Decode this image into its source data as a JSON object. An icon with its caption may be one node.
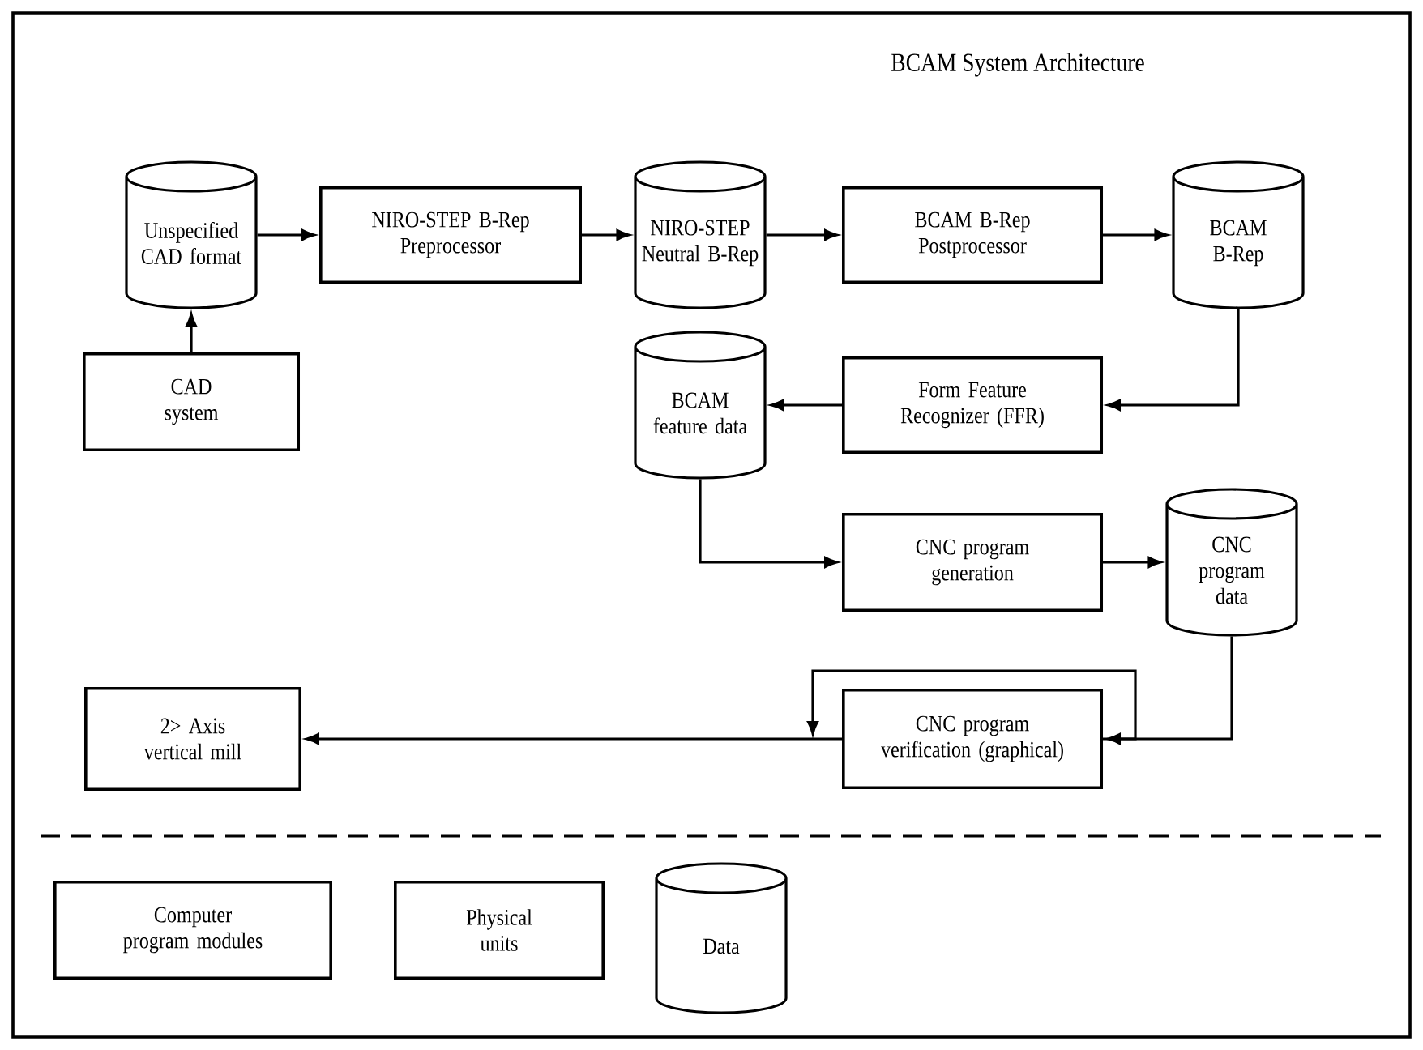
{
  "diagram": {
    "title": "BCAM System Architecture",
    "nodes": [
      {
        "text": [
          "Unspecified CAD format"
        ]
      },
      {
        "text": [
          "NIRO-STEP B-Rep Preprocessor"
        ]
      },
      {
        "text": [
          "NIRO-STEP Neutral B-Rep"
        ]
      },
      {
        "text": [
          "BCAM B-Rep Postprocessor"
        ]
      },
      {
        "text": [
          "BCAM B-Rep"
        ]
      },
      {
        "text": [
          "CAD system"
        ]
      },
      {
        "text": [
          "BCAM feature data"
        ]
      },
      {
        "text": [
          "Form Feature Recognizer (FFR)"
        ]
      },
      {
        "text": [
          "CNC program generation"
        ]
      },
      {
        "text": [
          "CNC program data"
        ]
      },
      {
        "text": [
          "CNC program verification (graphical)"
        ]
      },
      {
        "text": [
          "2> Axis vertical mill"
        ]
      },
      {
        "text": [
          "Computer program modules"
        ]
      },
      {
        "text": [
          "Physical units"
        ]
      },
      {
        "text": [
          "Data"
        ]
      }
    ],
    "edges": [
      {
        "from": 0,
        "to": 1,
        "arrow": "to"
      },
      {
        "from": 1,
        "to": 2,
        "arrow": "to"
      },
      {
        "from": 2,
        "to": 3,
        "arrow": "to"
      },
      {
        "from": 3,
        "to": 4,
        "arrow": "to"
      },
      {
        "from": 5,
        "to": 0,
        "arrow": "to"
      },
      {
        "from": 4,
        "to": 7,
        "arrow": "to"
      },
      {
        "from": 7,
        "to": 6,
        "arrow": "to"
      },
      {
        "from": 6,
        "to": 8,
        "arrow": "to"
      },
      {
        "from": 8,
        "to": 9,
        "arrow": "to"
      },
      {
        "from": 9,
        "to": 10,
        "arrow": "to"
      },
      {
        "from": 10,
        "to": 10,
        "arrow": "to"
      },
      {
        "from": 10,
        "to": 11,
        "arrow": "to"
      }
    ]
  }
}
